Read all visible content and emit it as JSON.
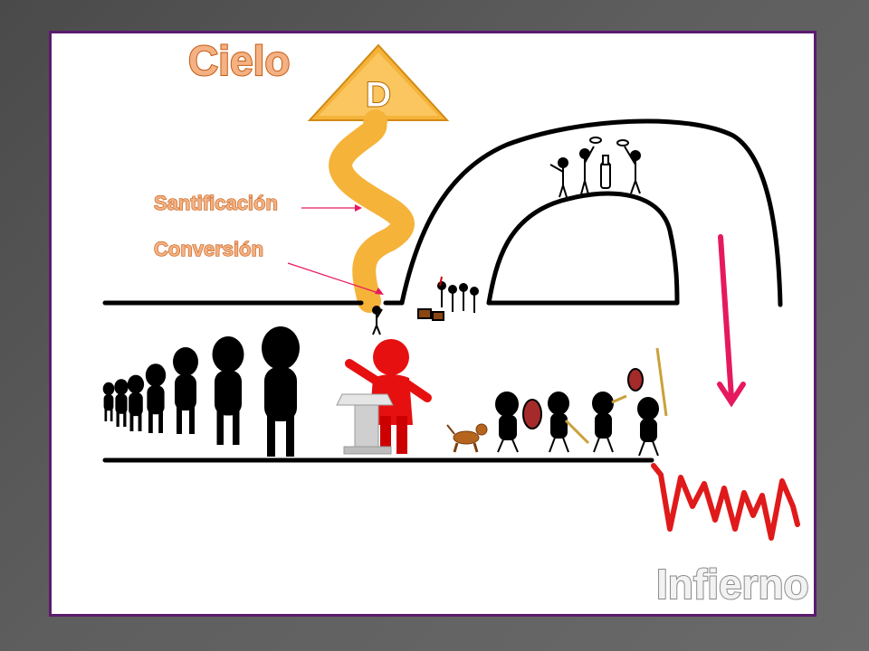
{
  "labels": {
    "heaven": "Cielo",
    "god": "D",
    "sanctification": "Santificación",
    "conversion": "Conversión",
    "hell": "Infierno"
  },
  "colors": {
    "frame": "#5b1a6e",
    "golden_path": "#f5b33a",
    "arrow": "#e6195e",
    "hell_line": "#e01a1a",
    "preacher": "#e61010",
    "road": "#000000"
  }
}
